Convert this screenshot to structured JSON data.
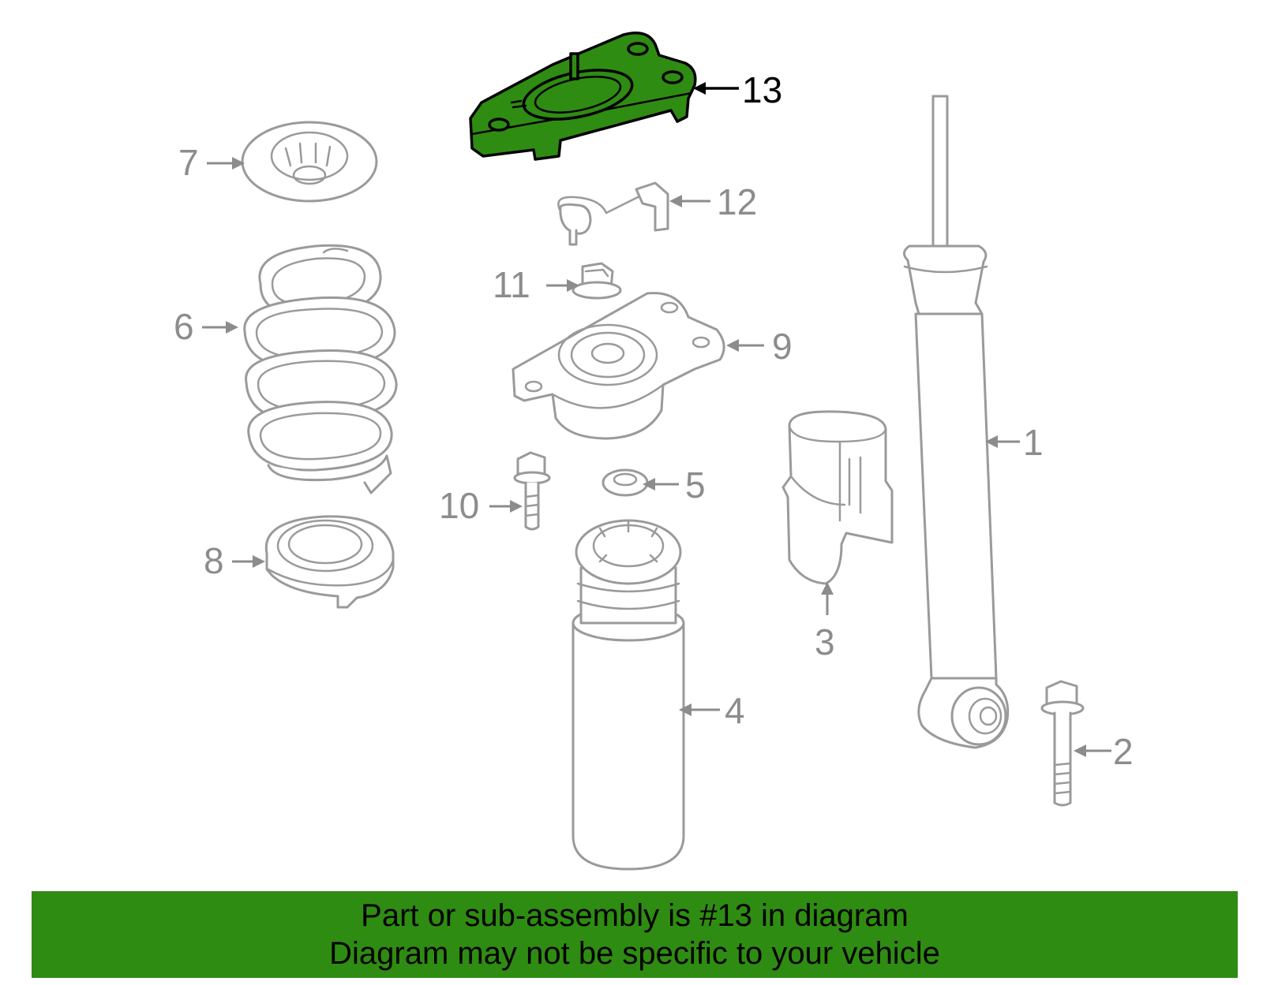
{
  "callouts": {
    "c1": "1",
    "c2": "2",
    "c3": "3",
    "c4": "4",
    "c5": "5",
    "c6": "6",
    "c7": "7",
    "c8": "8",
    "c9": "9",
    "c10": "10",
    "c11": "11",
    "c12": "12",
    "c13": "13"
  },
  "banner": {
    "line1": "Part or sub-assembly is #13 in diagram",
    "line2": "Diagram may not be specific to your vehicle"
  },
  "colors": {
    "highlight": "#2f8c12",
    "part_stroke": "#9a9a9a",
    "label": "#8c8c8c"
  }
}
